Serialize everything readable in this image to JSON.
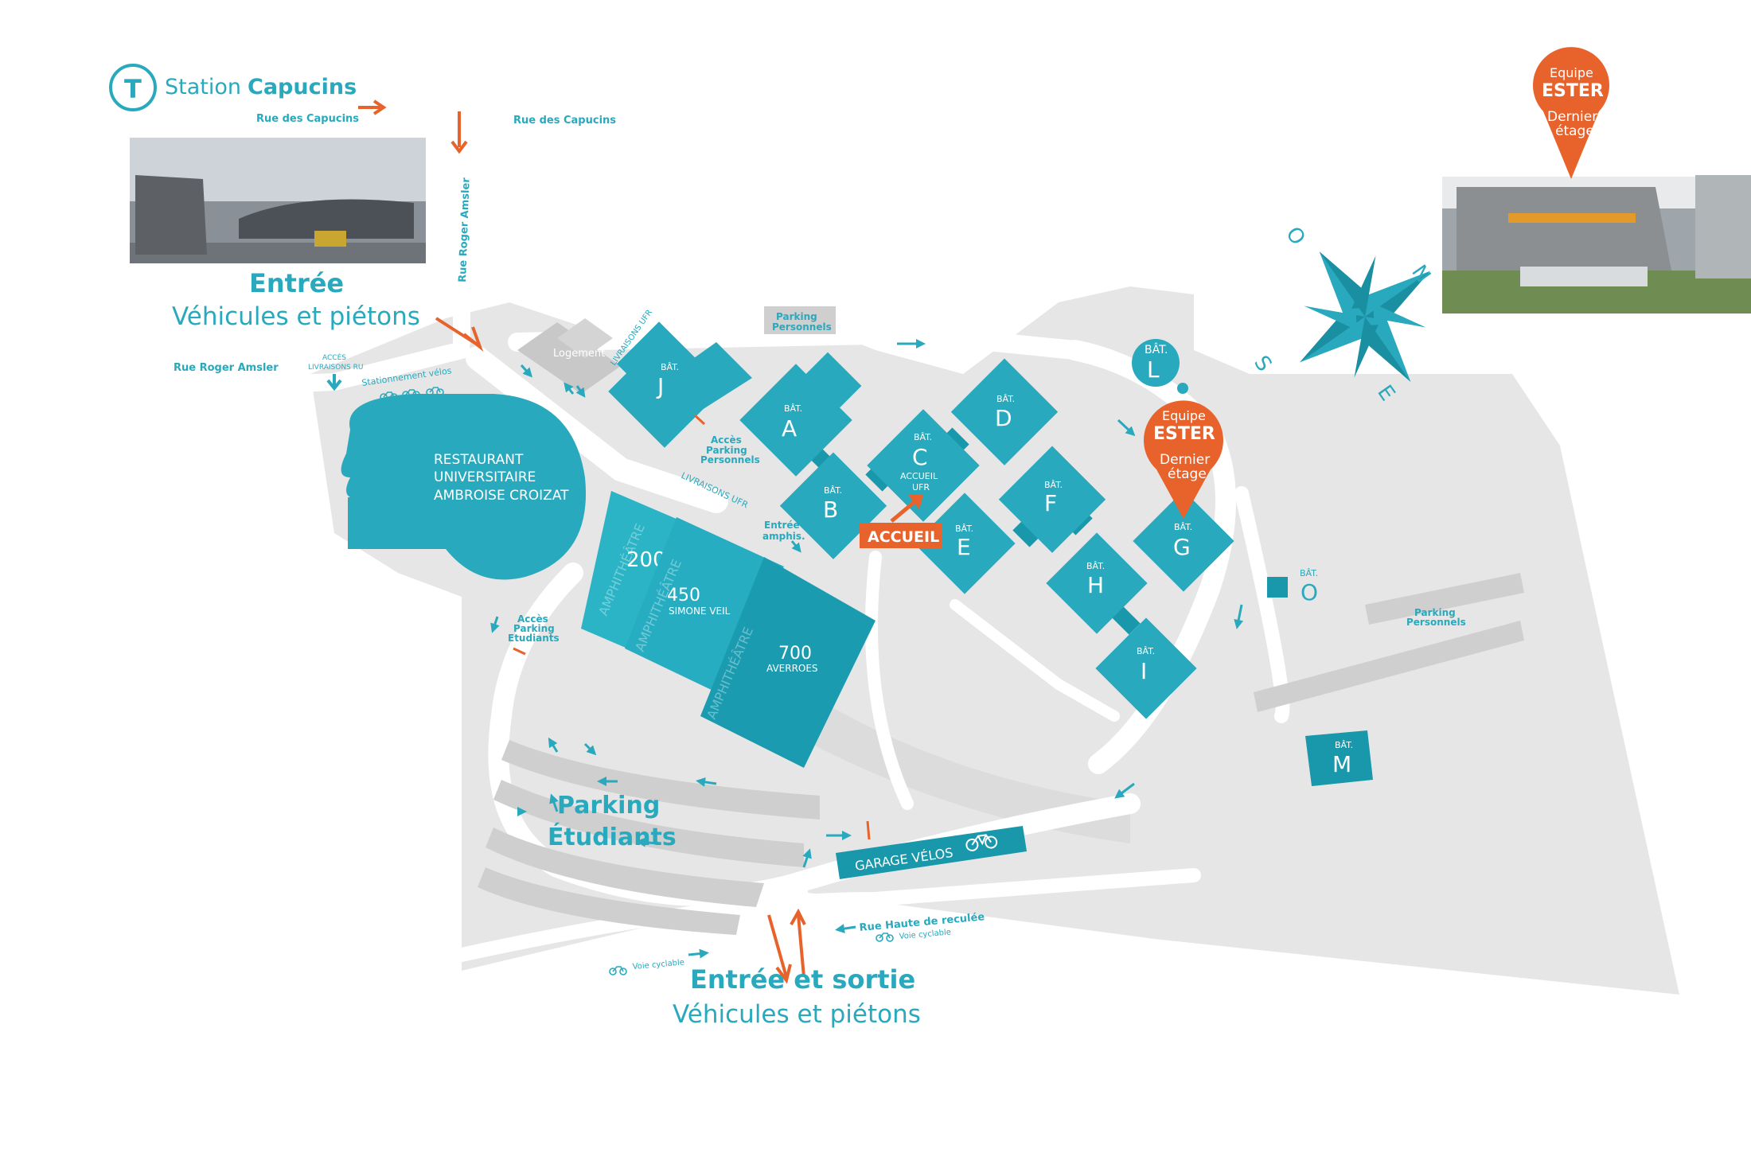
{
  "colors": {
    "teal": "#29a9bd",
    "teal_dark": "#1998ab",
    "orange": "#e8632b",
    "ground": "#e6e6e6",
    "road": "#ffffff"
  },
  "top_left": {
    "tram_symbol": "T",
    "station_prefix": "Station",
    "station_name": "Capucins",
    "entry_title": "Entrée",
    "entry_sub": "Véhicules et piétons"
  },
  "streets": {
    "capucins_left": "Rue des Capucins",
    "capucins_right": "Rue des Capucins",
    "roger_amsler_v": "Rue Roger Amsler",
    "roger_amsler_h": "Rue Roger Amsler",
    "haute_reculee": "Rue Haute de reculée",
    "voie_cyclable_1": "Voie cyclable",
    "voie_cyclable_2": "Voie cyclable"
  },
  "small_labels": {
    "acces_livraisons_ru_1": "ACCÈS",
    "acces_livraisons_ru_2": "LIVRAISONS RU",
    "stationnement_velos": "Stationnement vélos",
    "logement": "Logement",
    "livraisons_ufr_1": "LIVRAISONS UFR",
    "livraisons_ufr_2": "LIVRAISONS UFR",
    "parking_personnels_top_1": "Parking",
    "parking_personnels_top_2": "Personnels",
    "acces_parking_personnels_1": "Accès",
    "acces_parking_personnels_2": "Parking",
    "acces_parking_personnels_3": "Personnels",
    "entree_amphis_1": "Entrée",
    "entree_amphis_2": "amphis.",
    "acces_parking_etudiants_1": "Accès",
    "acces_parking_etudiants_2": "Parking",
    "acces_parking_etudiants_3": "Etudiants",
    "parking_personnels_right_1": "Parking",
    "parking_personnels_right_2": "Personnels"
  },
  "restaurant": {
    "line1": "RESTAURANT",
    "line2": "UNIVERSITAIRE",
    "line3": "AMBROISE CROIZAT"
  },
  "amphis": {
    "word": "AMPHITHÉÂTRE",
    "a200": {
      "number": "200",
      "name": ""
    },
    "a450": {
      "number": "450",
      "name": "SIMONE VEIL"
    },
    "a700": {
      "number": "700",
      "name": "AVERROES"
    }
  },
  "buildings": {
    "prefix": "BÂT.",
    "J": "J",
    "A": "A",
    "B": "B",
    "C": "C",
    "D": "D",
    "E": "E",
    "F": "F",
    "G": "G",
    "H": "H",
    "I": "I",
    "L": "L",
    "O": "O",
    "M": "M",
    "c_sub1": "ACCUEIL",
    "c_sub2": "UFR"
  },
  "accueil": "ACCUEIL",
  "parking_etudiants": {
    "line1": "Parking",
    "line2": "Étudiants"
  },
  "garage_velos": "GARAGE VÉLOS",
  "bottom_entry": {
    "title": "Entrée et sortie",
    "sub": "Véhicules et piétons"
  },
  "ester_marker": {
    "line1": "Equipe",
    "line2": "ESTER",
    "line3": "Dernier",
    "line4": "étage"
  },
  "ester_photo_marker": {
    "line1": "Equipe",
    "line2": "ESTER",
    "line3": "Dernier",
    "line4": "étage"
  },
  "compass": {
    "n": "N",
    "e": "E",
    "s": "S",
    "o": "O"
  }
}
